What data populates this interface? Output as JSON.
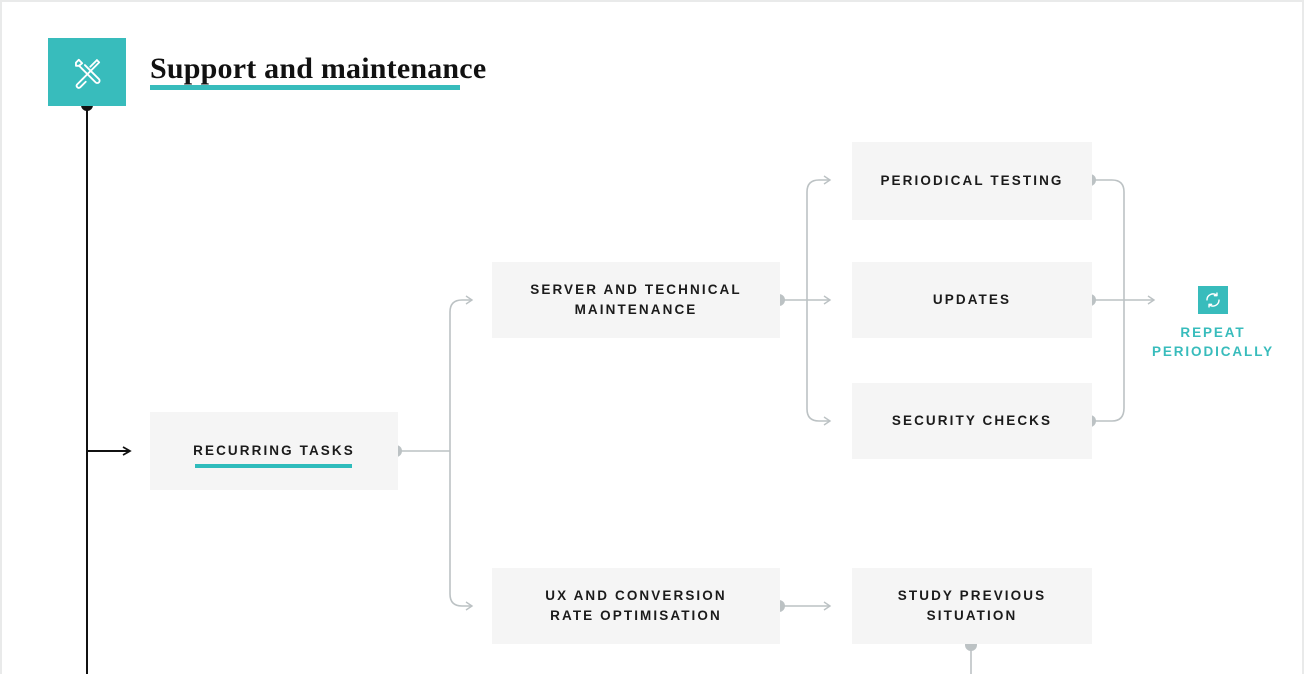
{
  "header": {
    "title": "Support and maintenance",
    "icon": "tools-icon"
  },
  "nodes": {
    "recurring_tasks": "RECURRING TASKS",
    "server_maintenance_line1": "SERVER AND TECHNICAL",
    "server_maintenance_line2": "MAINTENANCE",
    "ux_conversion_line1": "UX AND CONVERSION",
    "ux_conversion_line2": "RATE OPTIMISATION",
    "periodical_testing": "PERIODICAL TESTING",
    "updates": "UPDATES",
    "security_checks": "SECURITY CHECKS",
    "study_previous_line1": "STUDY PREVIOUS",
    "study_previous_line2": "SITUATION"
  },
  "repeat": {
    "icon": "refresh-icon",
    "label_line1": "REPEAT",
    "label_line2": "PERIODICALLY"
  },
  "colors": {
    "teal": "#38bcbc",
    "node_bg": "#f5f5f5",
    "wire": "#bcc2c4",
    "spine": "#111111",
    "text": "#1b1b1b",
    "frame": "#e9eaea"
  }
}
